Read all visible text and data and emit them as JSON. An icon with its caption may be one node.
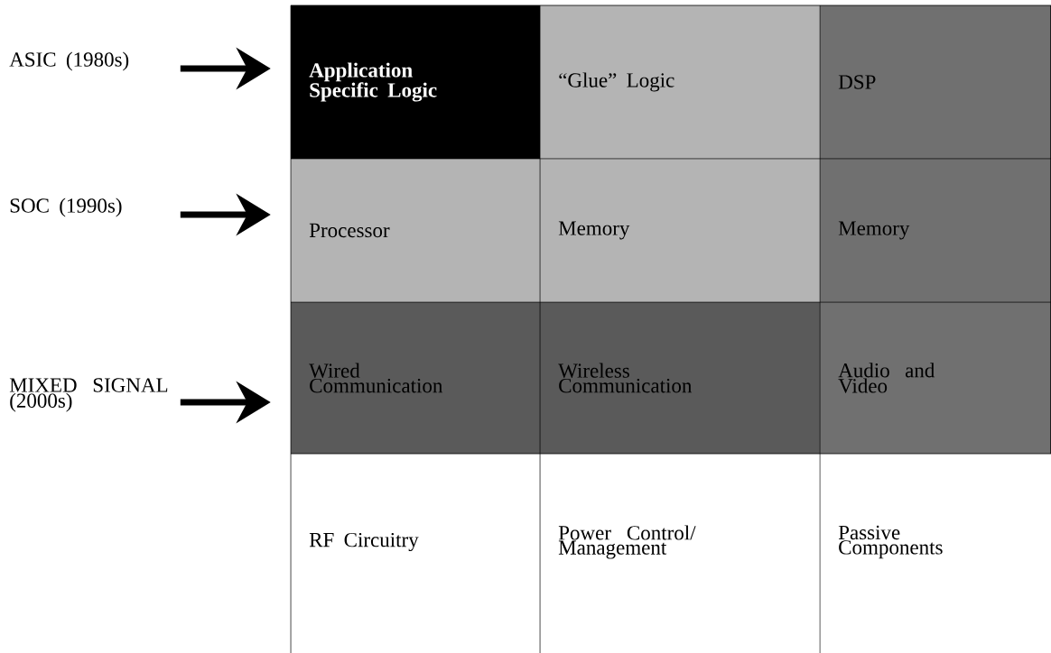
{
  "diagram": {
    "nodes": [
      {
        "text": [
          "ASIC (1980s)"
        ]
      },
      {
        "text": [
          "SOC (1990s)"
        ]
      },
      {
        "text": [
          "MIXED SIGNAL (2000s)"
        ]
      },
      {
        "text": [
          "Application Specific Logic"
        ]
      },
      {
        "text": [
          "“Glue” Logic"
        ]
      },
      {
        "text": [
          "DSP"
        ]
      },
      {
        "text": [
          "Processor"
        ]
      },
      {
        "text": [
          "Memory"
        ]
      },
      {
        "text": [
          "Memory"
        ]
      },
      {
        "text": [
          "Wired Communication"
        ]
      },
      {
        "text": [
          "Wireless Communication"
        ]
      },
      {
        "text": [
          "Audio and Video"
        ]
      },
      {
        "text": [
          "RF Circuitry"
        ]
      },
      {
        "text": [
          "Power Control/ Management"
        ]
      },
      {
        "text": [
          "Passive Components"
        ]
      }
    ],
    "edges": [
      {
        "from": 0,
        "to": 3,
        "arrow": "to"
      },
      {
        "from": 1,
        "to": 6,
        "arrow": "to"
      },
      {
        "from": 2,
        "to": 9,
        "arrow": "to"
      }
    ]
  }
}
